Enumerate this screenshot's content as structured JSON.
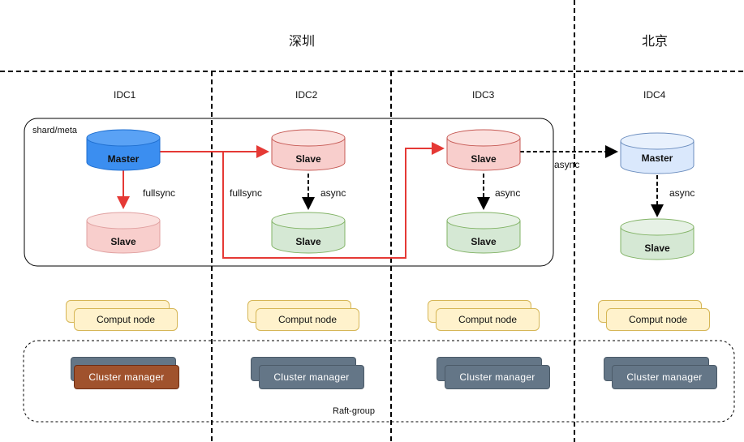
{
  "regions": {
    "shenzhen": "深圳",
    "beijing": "北京"
  },
  "idcs": [
    "IDC1",
    "IDC2",
    "IDC3",
    "IDC4"
  ],
  "group_label": "shard/meta",
  "nodes": {
    "idc1_master": "Master",
    "idc1_slave": "Slave",
    "idc2_slave_top": "Slave",
    "idc2_slave_bottom": "Slave",
    "idc3_slave_top": "Slave",
    "idc3_slave_bottom": "Slave",
    "idc4_master": "Master",
    "idc4_slave": "Slave"
  },
  "edge_labels": {
    "idc1_fullsync": "fullsync",
    "idc2_fullsync": "fullsync",
    "idc2_async": "async",
    "idc3_async": "async",
    "cross_async": "async",
    "idc4_async": "async"
  },
  "compute_nodes": [
    "Comput node",
    "Comput node",
    "Comput node",
    "Comput node"
  ],
  "cluster_managers": [
    "Cluster  manager",
    "Cluster  manager",
    "Cluster  manager",
    "Cluster  manager"
  ],
  "raft_group_label": "Raft-group",
  "colors": {
    "master_fill": "#3b8ef0",
    "slave_red_fill": "#f8cecc",
    "slave_green_fill": "#d5e8d4",
    "idc4_master_fill": "#dae8fc",
    "sync_arrow": "#e53935",
    "cluster_manager_active": "#a0522d",
    "cluster_manager": "#647687",
    "compute_fill": "#fff2cc"
  }
}
